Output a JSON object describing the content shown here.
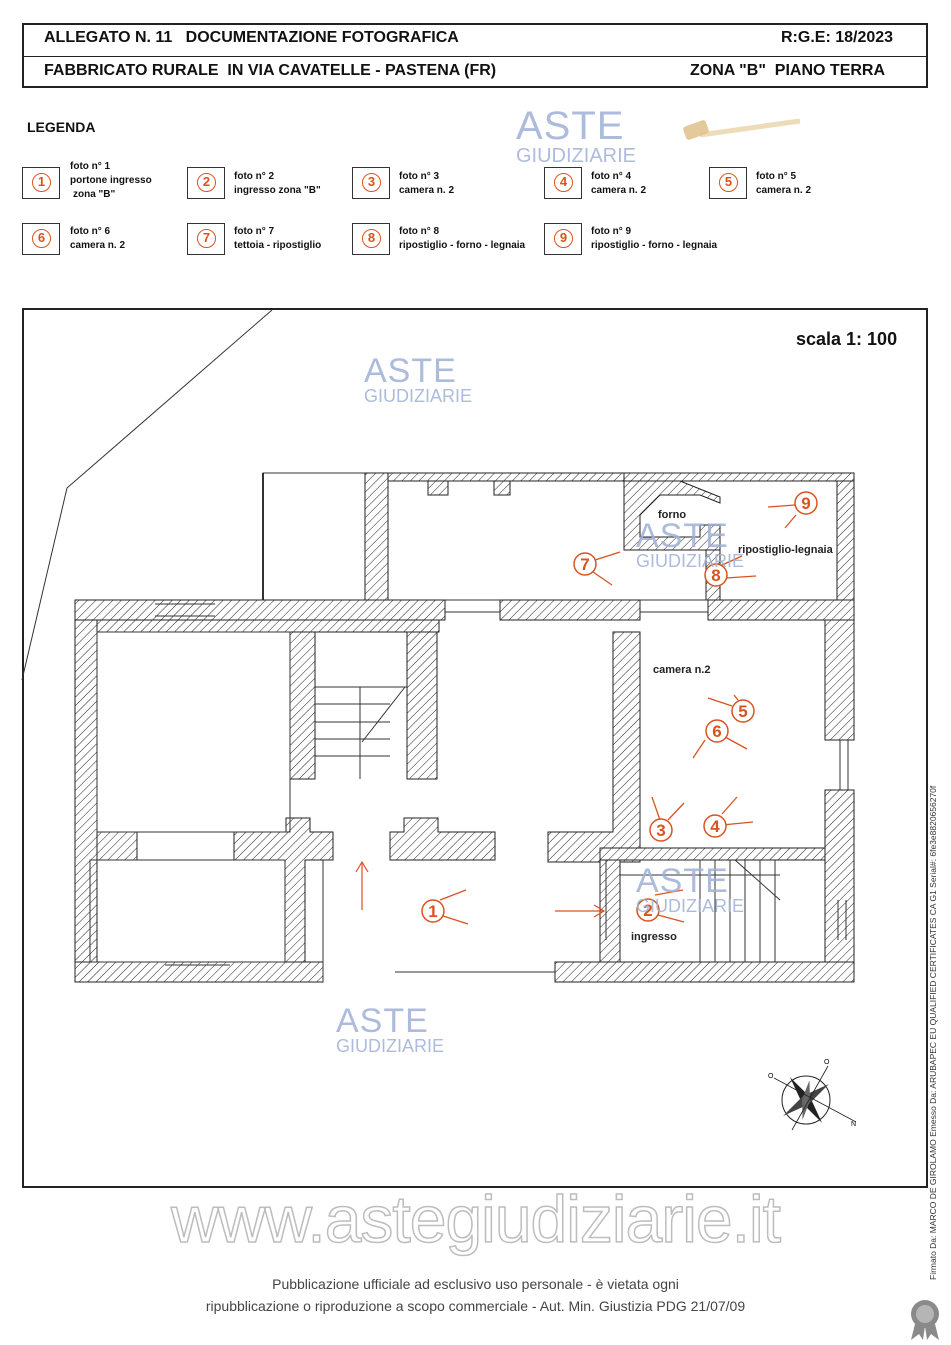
{
  "header": {
    "title_left": "ALLEGATO N. 11   DOCUMENTAZIONE FOTOGRAFICA",
    "title_right": "R:G.E: 18/2023",
    "subtitle_left": "FABBRICATO RURALE  IN VIA CAVATELLE - PASTENA (FR)",
    "subtitle_right": "ZONA \"B\"  PIANO TERRA"
  },
  "legend": {
    "title": "LEGENDA",
    "items": [
      {
        "number": "1",
        "lines": [
          "foto n° 1",
          "portone ingresso",
          " zona \"B\""
        ]
      },
      {
        "number": "2",
        "lines": [
          "foto n° 2",
          "ingresso zona \"B\""
        ]
      },
      {
        "number": "3",
        "lines": [
          "foto n° 3",
          "camera n. 2"
        ]
      },
      {
        "number": "4",
        "lines": [
          "foto n° 4",
          "camera n. 2"
        ]
      },
      {
        "number": "5",
        "lines": [
          "foto n° 5",
          "camera n. 2"
        ]
      },
      {
        "number": "6",
        "lines": [
          "foto n° 6",
          "camera n. 2"
        ]
      },
      {
        "number": "7",
        "lines": [
          "foto n° 7",
          "tettoia - ripostiglio"
        ]
      },
      {
        "number": "8",
        "lines": [
          "foto n° 8",
          "ripostiglio - forno - legnaia"
        ]
      },
      {
        "number": "9",
        "lines": [
          "foto n° 9",
          "ripostiglio - forno - legnaia"
        ]
      }
    ]
  },
  "plan": {
    "scale": "scala 1: 100",
    "labels": {
      "forno": "forno",
      "ripostiglio": "ripostiglio-legnaia",
      "camera": "camera n.2",
      "ingresso": "ingresso"
    },
    "markers": [
      "1",
      "2",
      "3",
      "4",
      "5",
      "6",
      "7",
      "8",
      "9"
    ]
  },
  "watermarks": {
    "aste": "ASTE",
    "giudiziarie": "GIUDIZIARIE",
    "site": "www.astegiudiziarie.it"
  },
  "footer": {
    "line1": "Pubblicazione ufficiale ad esclusivo uso personale - è vietata ogni",
    "line2": "ripubblicazione o riproduzione a scopo commerciale - Aut. Min. Giustizia PDG 21/07/09"
  },
  "signature": {
    "text": "Firmato Da: MARCO DE GIROLAMO Emesso Da: ARUBAPEC EU QUALIFIED CERTIFICATES CA G1 Serial#: 6fe3e8820656270f"
  },
  "colors": {
    "marker": "#d9531e",
    "hatch": "#222222",
    "watermark": "#9fb0d6"
  }
}
